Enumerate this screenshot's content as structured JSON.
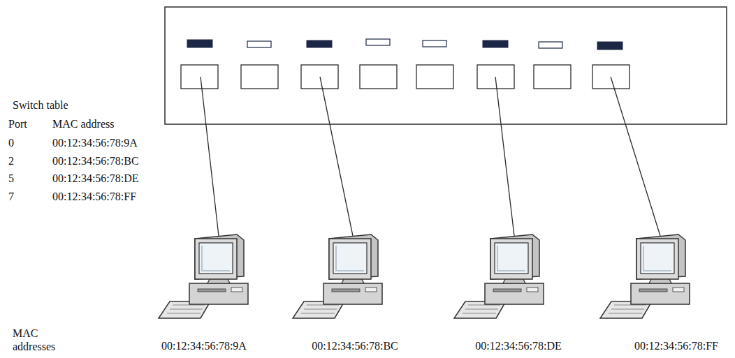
{
  "diagram": {
    "labels": [
      "Switch table",
      "Port",
      "MAC address",
      "0",
      "00:12:34:56:78:9A",
      "2",
      "00:12:34:56:78:BC",
      "5",
      "00:12:34:56:78:DE",
      "7",
      "00:12:34:56:78:FF",
      "MAC addresses",
      "00:12:34:56:78:9A",
      "00:12:34:56:78:BC",
      "00:12:34:56:78:DE",
      "00:12:34:56:78:FF"
    ]
  }
}
